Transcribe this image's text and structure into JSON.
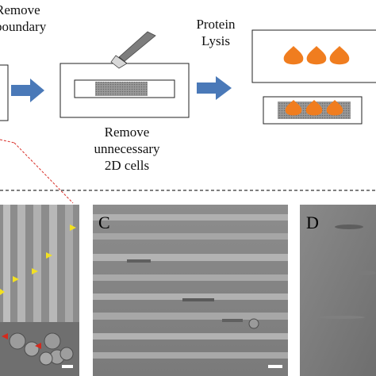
{
  "steps": {
    "remove_boundary": [
      "Remove",
      "boundary"
    ],
    "protein_lysis": [
      "Protein",
      "Lysis"
    ],
    "remove_cells": [
      "Remove",
      "unnecessary",
      "2D cells"
    ]
  },
  "panels": {
    "c": "C",
    "d": "D"
  },
  "colors": {
    "arrow": "#4a79b8",
    "droplet": "#f07d1f",
    "red_dash": "#d9302a",
    "yellow_marker": "#f2e022",
    "red_marker": "#d42a1e"
  }
}
